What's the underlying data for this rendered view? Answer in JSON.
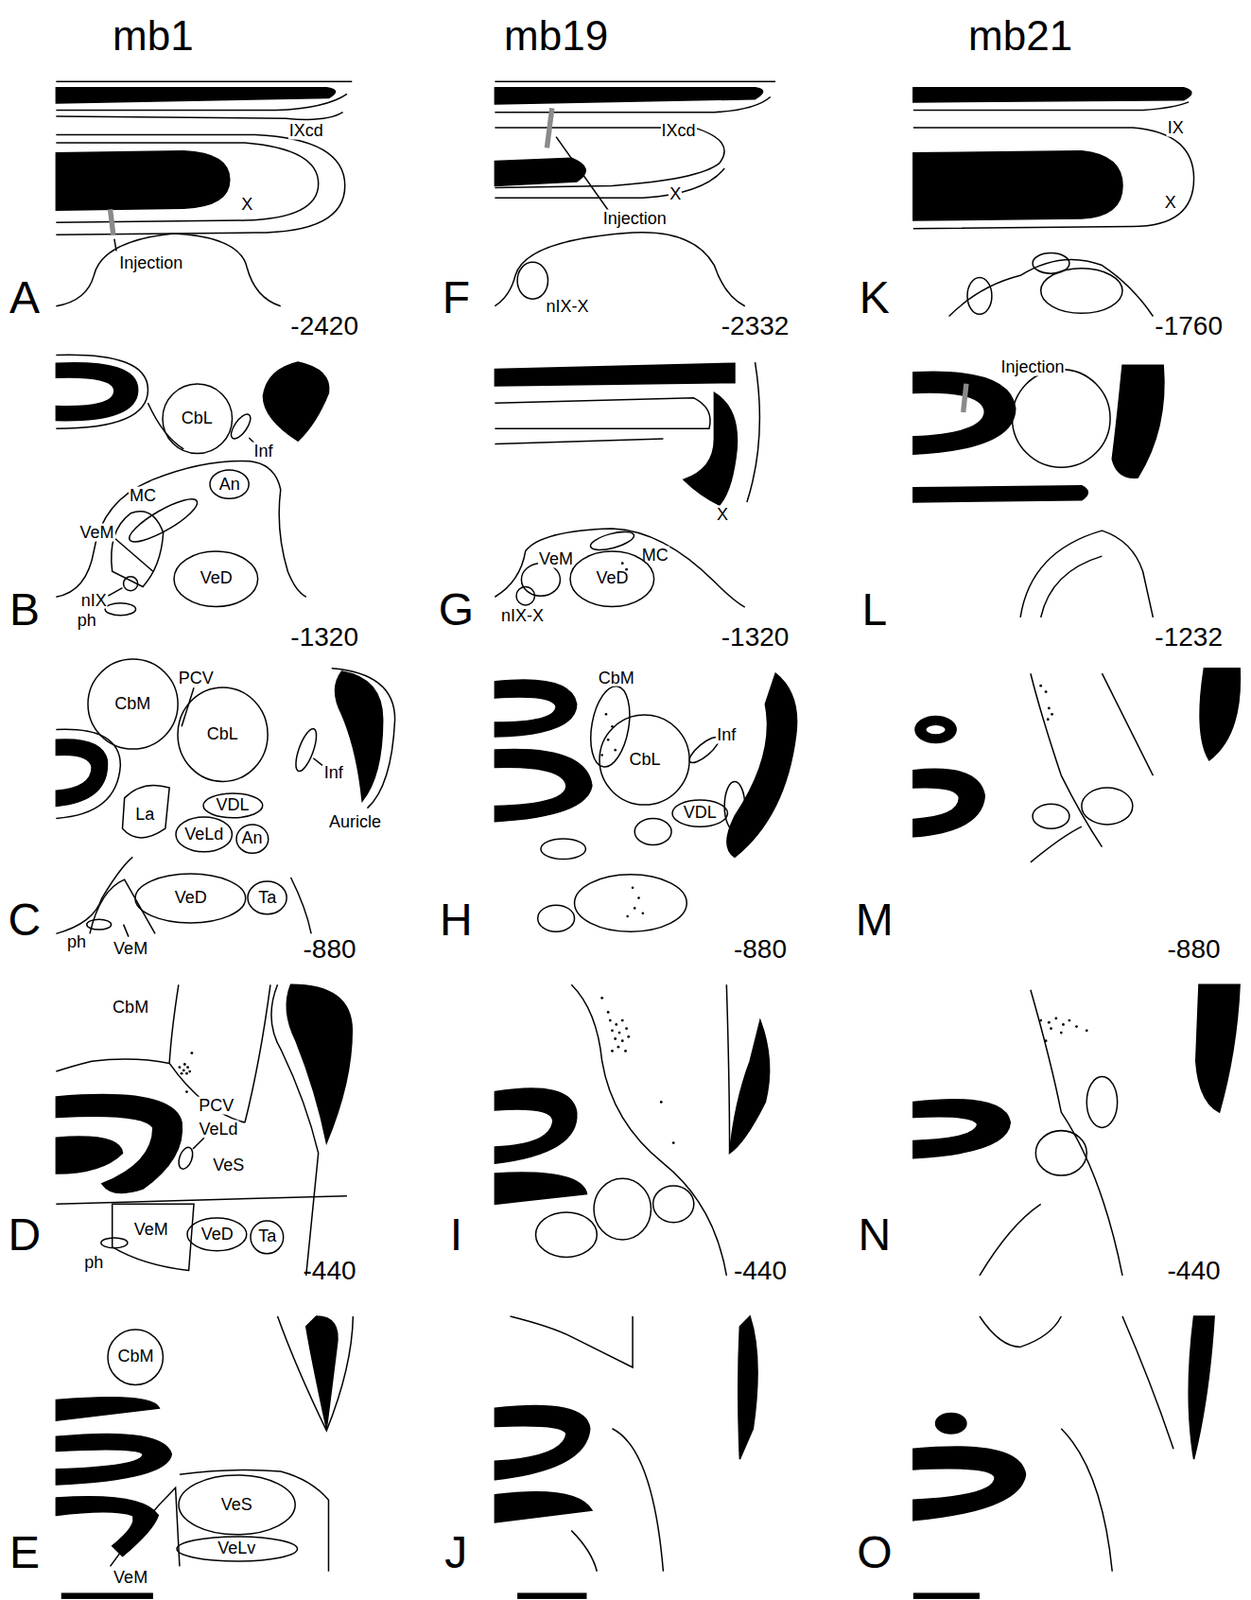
{
  "diagram": {
    "nodes": [
      {
        "text": [
          "CbL"
        ]
      },
      {
        "text": [
          "An"
        ]
      },
      {
        "text": [
          "VeD"
        ]
      },
      {
        "text": [
          "CbM"
        ]
      },
      {
        "text": [
          "CbL"
        ]
      },
      {
        "text": [
          "VDL"
        ]
      },
      {
        "text": [
          "VeLd"
        ]
      },
      {
        "text": [
          "An"
        ]
      },
      {
        "text": [
          "VeD"
        ]
      },
      {
        "text": [
          "Ta"
        ]
      },
      {
        "text": [
          "VeD"
        ]
      },
      {
        "text": [
          "Ta"
        ]
      },
      {
        "text": [
          "CbM"
        ]
      },
      {
        "text": [
          "VeS"
        ]
      },
      {
        "text": [
          "VeLv"
        ]
      },
      {
        "text": [
          "VeD"
        ]
      },
      {
        "text": [
          "CbL"
        ]
      },
      {
        "text": [
          "VDL"
        ]
      }
    ],
    "labels": [
      "mb1",
      "mb19",
      "mb21",
      "IXcd",
      "X",
      "Injection",
      "A",
      "-2420",
      "Inf",
      "MC",
      "VeM",
      "nIX",
      "ph",
      "B",
      "-1320",
      "PCV",
      "Inf",
      "Auricle",
      "La",
      "ph",
      "VeM",
      "C",
      "-880",
      "CbM",
      "PCV",
      "VeLd",
      "VeS",
      "VeM",
      "ph",
      "D",
      "-440",
      "VeM",
      "E",
      "IXcd",
      "X",
      "Injection",
      "nIX-X",
      "F",
      "-2332",
      "X",
      "MC",
      "VeM",
      "nIX-X",
      "G",
      "-1320",
      "CbM",
      "Inf",
      "H",
      "-880",
      "I",
      "-440",
      "J",
      "IX",
      "X",
      "K",
      "-1760",
      "Injection",
      "L",
      "-1232",
      "M",
      "-880",
      "N",
      "-440",
      "O"
    ]
  }
}
